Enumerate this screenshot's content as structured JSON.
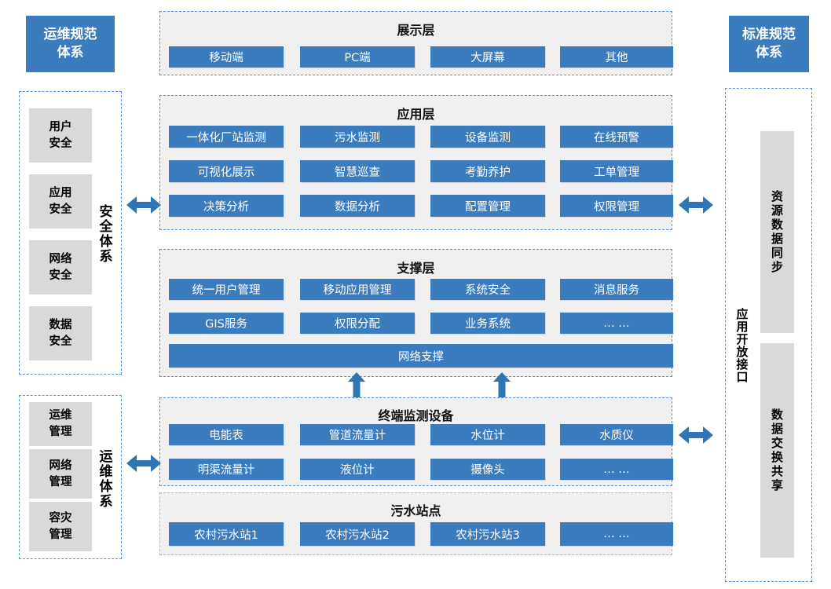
{
  "left_top_plate": {
    "label": "运维规范\n体系"
  },
  "right_top_plate": {
    "label": "标准规范\n体系"
  },
  "security_system": {
    "axis_label": "安全体系",
    "chips": [
      {
        "label": "用户\n安全"
      },
      {
        "label": "应用\n安全"
      },
      {
        "label": "网络\n安全"
      },
      {
        "label": "数据\n安全"
      }
    ]
  },
  "ops_system": {
    "axis_label": "运维体系",
    "chips": [
      {
        "label": "运维\n管理"
      },
      {
        "label": "网络\n管理"
      },
      {
        "label": "容灾\n管理"
      }
    ]
  },
  "right_panel": {
    "interface_label": "应用开放接口",
    "chips": [
      {
        "label": "资源数据同步"
      },
      {
        "label": "数据交换共享"
      }
    ]
  },
  "layers": [
    {
      "title": "展示层",
      "items": [
        "移动端",
        "PC端",
        "大屏幕",
        "其他"
      ]
    },
    {
      "title": "应用层",
      "items": [
        "一体化厂站监测",
        "污水监测",
        "设备监测",
        "在线预警",
        "可视化展示",
        "智慧巡查",
        "考勤养护",
        "工单管理",
        "决策分析",
        "数据分析",
        "配置管理",
        "权限管理"
      ]
    },
    {
      "title": "支撑层",
      "items": [
        "统一用户管理",
        "移动应用管理",
        "系统安全",
        "消息服务",
        "GIS服务",
        "权限分配",
        "业务系统",
        "… …"
      ],
      "wide_item": "网络支撑"
    },
    {
      "title": "终端监测设备",
      "items": [
        "电能表",
        "管道流量计",
        "水位计",
        "水质仪",
        "明渠流量计",
        "液位计",
        "摄像头",
        "… …"
      ]
    },
    {
      "title": "污水站点",
      "items": [
        "农村污水站1",
        "农村污水站2",
        "农村污水站3",
        "… …"
      ]
    }
  ],
  "arrows": {
    "left_app": "double-arrow-horizontal",
    "left_terminal": "double-arrow-horizontal",
    "right_app": "double-arrow-horizontal",
    "right_terminal": "double-arrow-horizontal",
    "up_left": "arrow-up",
    "up_right": "arrow-up"
  },
  "colors": {
    "tile_blue": "#3a7cbe",
    "chip_gray": "#d9d9d9",
    "panel_bg": "#f0f0f0",
    "dash_blue": "#5a8fd0",
    "dash_gray": "#b5b5b5",
    "arrow_blue": "#2e75b6"
  }
}
